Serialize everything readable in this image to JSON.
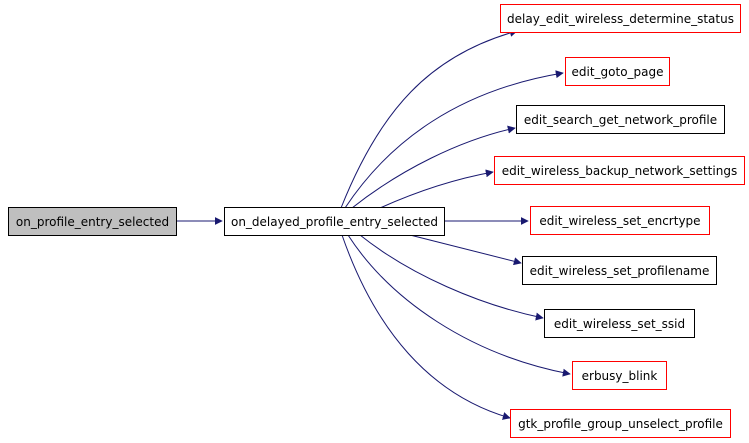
{
  "colors": {
    "edge": "#191970",
    "box_black": "#000000",
    "box_red": "#ff0000",
    "current_fill": "#bfbfbf"
  },
  "nodes": {
    "on_profile_entry_selected": "on_profile_entry_selected",
    "on_delayed_profile_entry_selected": "on_delayed_profile_entry_selected",
    "delay_edit_wireless_determine_status": "delay_edit_wireless_determine_status",
    "edit_goto_page": "edit_goto_page",
    "edit_search_get_network_profile": "edit_search_get_network_profile",
    "edit_wireless_backup_network_settings": "edit_wireless_backup_network_settings",
    "edit_wireless_set_encrtype": "edit_wireless_set_encrtype",
    "edit_wireless_set_profilename": "edit_wireless_set_profilename",
    "edit_wireless_set_ssid": "edit_wireless_set_ssid",
    "erbusy_blink": "erbusy_blink",
    "gtk_profile_group_unselect_profile": "gtk_profile_group_unselect_profile"
  }
}
